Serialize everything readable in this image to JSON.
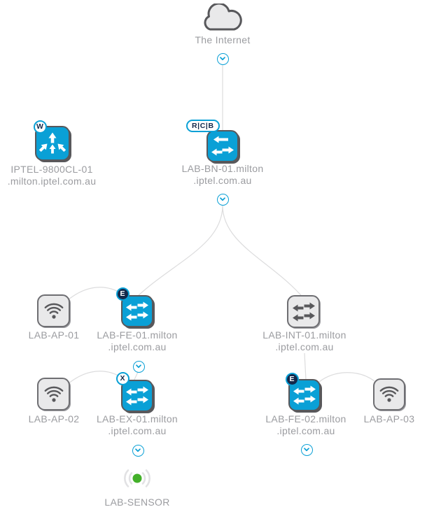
{
  "colors": {
    "accent_teal": "#0aa0d6",
    "icon_stroke": "#58585b",
    "icon_gray_fill": "#e9e9ea",
    "link_gray": "#dcdcdd",
    "label_gray": "#9b9ca0",
    "badge_navy": "#14294b",
    "sensor_green": "#43b02a"
  },
  "internet": {
    "label": "The Internet"
  },
  "devices": {
    "wlc": {
      "type": "wireless-controller",
      "badge": "W",
      "line1": "IPTEL-9800CL-01",
      "line2": ".milton.iptel.com.au"
    },
    "bn": {
      "type": "router",
      "badge": "R|C|B",
      "line1": "LAB-BN-01.milton",
      "line2": ".iptel.com.au"
    },
    "ap1": {
      "type": "access-point",
      "line1": "LAB-AP-01"
    },
    "fe1": {
      "type": "switch",
      "badge": "E",
      "line1": "LAB-FE-01.milton",
      "line2": ".iptel.com.au"
    },
    "int1": {
      "type": "switch",
      "line1": "LAB-INT-01.milton",
      "line2": ".iptel.com.au"
    },
    "ap2": {
      "type": "access-point",
      "line1": "LAB-AP-02"
    },
    "ex1": {
      "type": "switch",
      "badge": "X",
      "line1": "LAB-EX-01.milton",
      "line2": ".iptel.com.au"
    },
    "fe2": {
      "type": "switch",
      "badge": "E",
      "line1": "LAB-FE-02.milton",
      "line2": ".iptel.com.au"
    },
    "ap3": {
      "type": "access-point",
      "line1": "LAB-AP-03"
    },
    "sensor": {
      "type": "sensor",
      "line1": "LAB-SENSOR"
    }
  }
}
